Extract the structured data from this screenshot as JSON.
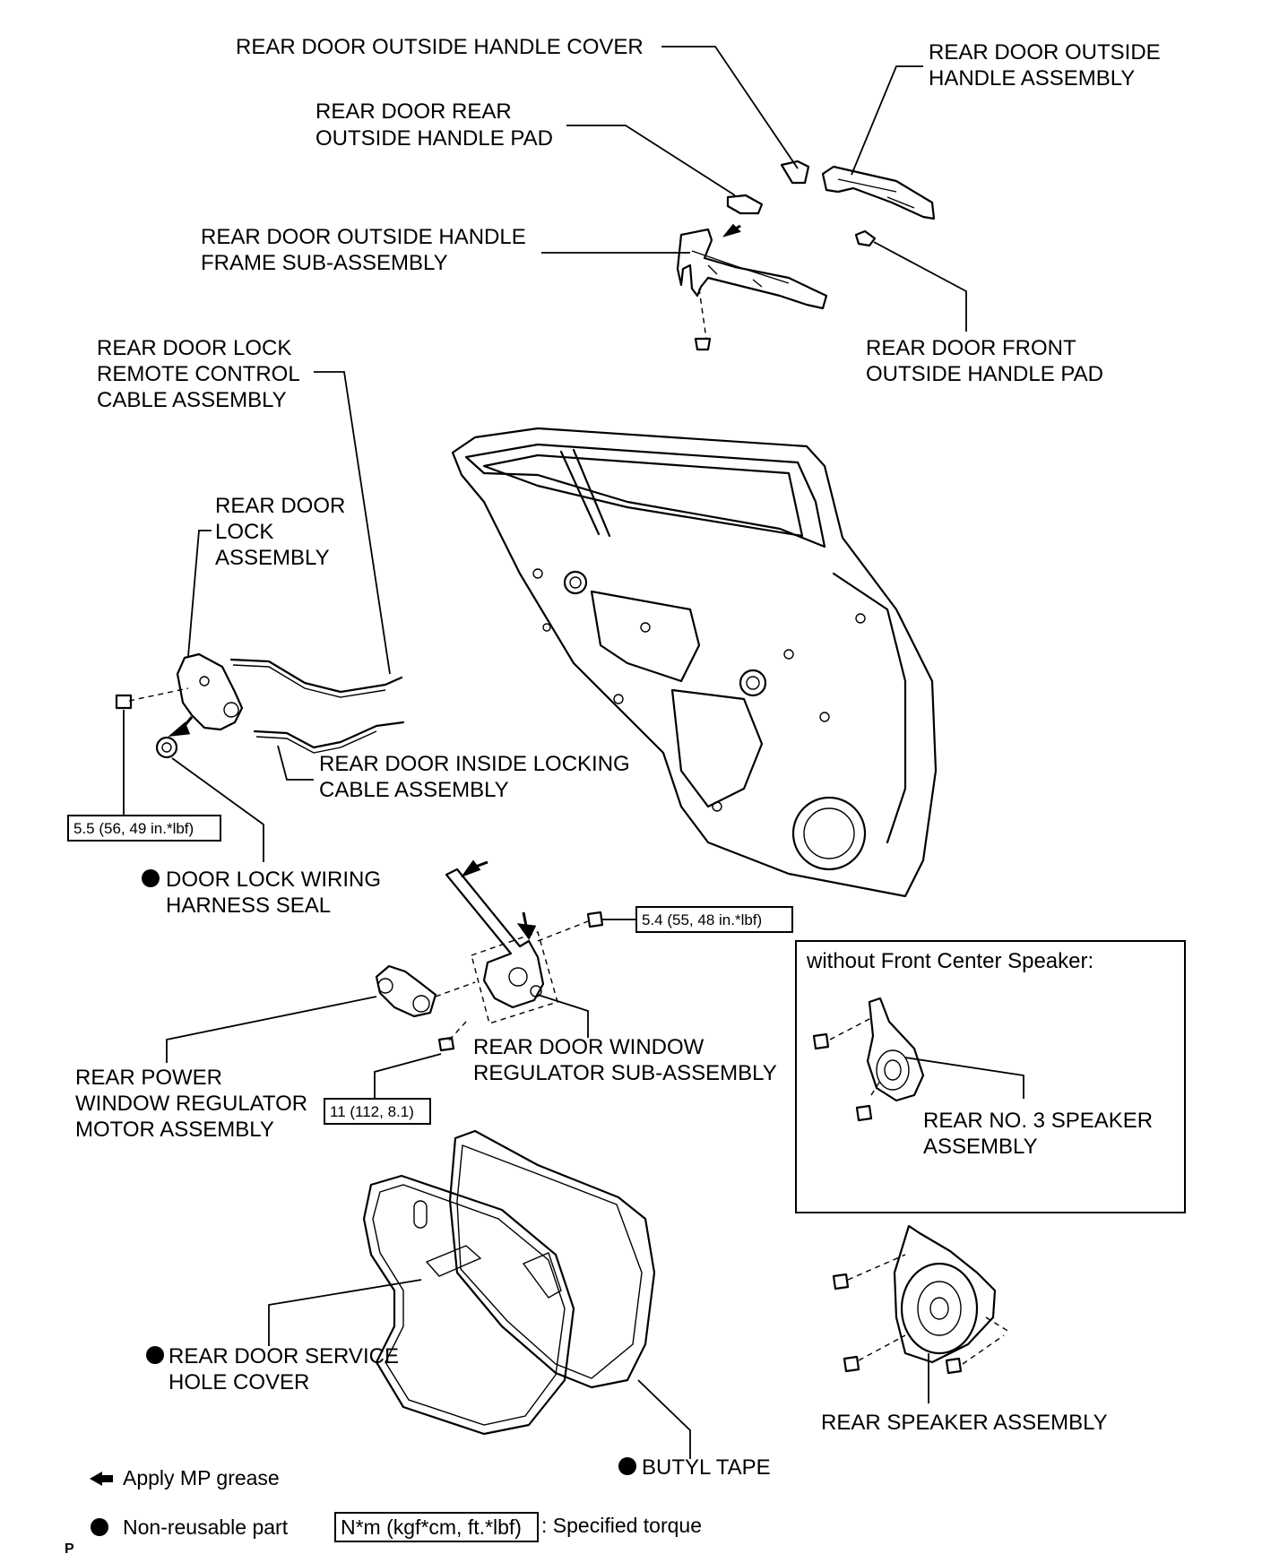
{
  "labels": {
    "outside_handle_cover": "REAR DOOR OUTSIDE HANDLE COVER",
    "outside_handle_assembly": [
      "REAR DOOR OUTSIDE",
      "HANDLE ASSEMBLY"
    ],
    "rear_outside_handle_pad": [
      "REAR DOOR REAR",
      "OUTSIDE HANDLE PAD"
    ],
    "outside_handle_frame": [
      "REAR DOOR OUTSIDE HANDLE",
      "FRAME SUB-ASSEMBLY"
    ],
    "front_outside_handle_pad": [
      "REAR DOOR FRONT",
      "OUTSIDE HANDLE PAD"
    ],
    "remote_control_cable": [
      "REAR DOOR LOCK",
      "REMOTE CONTROL",
      "CABLE ASSEMBLY"
    ],
    "lock_assembly": [
      "REAR DOOR",
      "LOCK",
      "ASSEMBLY"
    ],
    "inside_locking_cable": [
      "REAR DOOR INSIDE LOCKING",
      "CABLE ASSEMBLY"
    ],
    "wiring_harness_seal": [
      "DOOR LOCK WIRING",
      "HARNESS SEAL"
    ],
    "window_regulator": [
      "REAR DOOR WINDOW",
      "REGULATOR SUB-ASSEMBLY"
    ],
    "regulator_motor": [
      "REAR POWER",
      "WINDOW REGULATOR",
      "MOTOR ASSEMBLY"
    ],
    "no3_speaker": [
      "REAR NO. 3 SPEAKER",
      "ASSEMBLY"
    ],
    "service_hole_cover": [
      "REAR DOOR SERVICE",
      "HOLE COVER"
    ],
    "butyl_tape": "BUTYL TAPE",
    "rear_speaker": "REAR SPEAKER ASSEMBLY"
  },
  "torque": {
    "lock_screw": "5.5 (56, 49 in.*lbf)",
    "regulator_bolt": "5.4 (55, 48 in.*lbf)",
    "regulator_nut": "11 (112, 8.1)"
  },
  "inset_title": "without Front Center Speaker:",
  "legend": {
    "grease": "Apply MP grease",
    "non_reusable": "Non-reusable part",
    "torque_box": "N*m (kgf*cm, ft.*lbf)",
    "torque_desc": ": Specified torque"
  },
  "corner_mark": "P",
  "icons": {
    "grease": "arrow-left-icon",
    "non_reusable": "filled-circle-icon"
  }
}
